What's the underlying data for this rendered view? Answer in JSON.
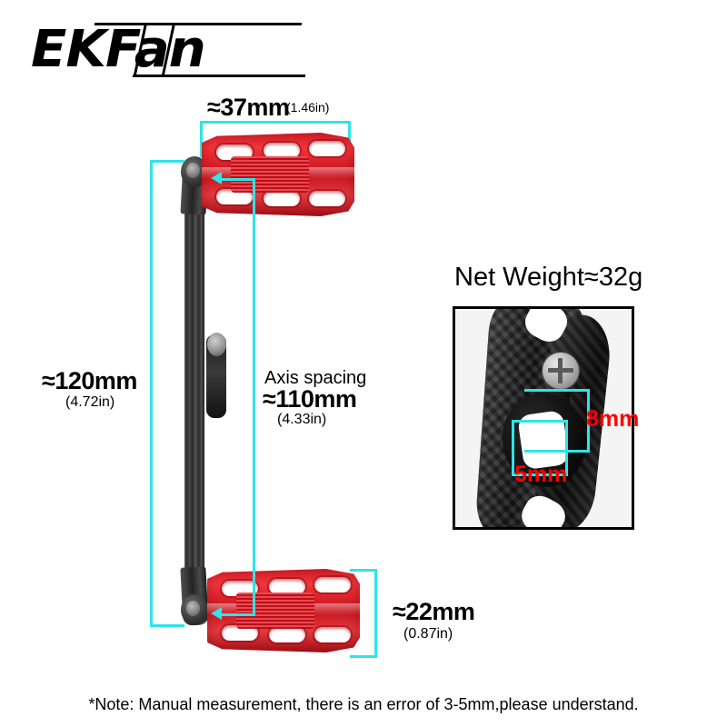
{
  "brand": {
    "logo_text": "EKFan"
  },
  "dimensions": {
    "width_top": {
      "value": "≈37mm",
      "inches": "(1.46in)"
    },
    "length_left": {
      "value": "≈120mm",
      "inches": "(4.72in)"
    },
    "axis_spacing": {
      "caption": "Axis spacing",
      "value": "≈110mm",
      "inches": "(4.33in)"
    },
    "knob_height": {
      "value": "≈22mm",
      "inches": "(0.87in)"
    }
  },
  "inset": {
    "title": "Net Weight≈32g",
    "hole_height": "8mm",
    "hole_width": "5mm"
  },
  "note": "*Note: Manual measurement, there is an error of 3-5mm,please understand.",
  "colors": {
    "annotation_cyan": "#2ee4e8",
    "annotation_red": "#ff0000",
    "knob_red": "#d6202a",
    "carbon_dark": "#1a1a1a"
  }
}
